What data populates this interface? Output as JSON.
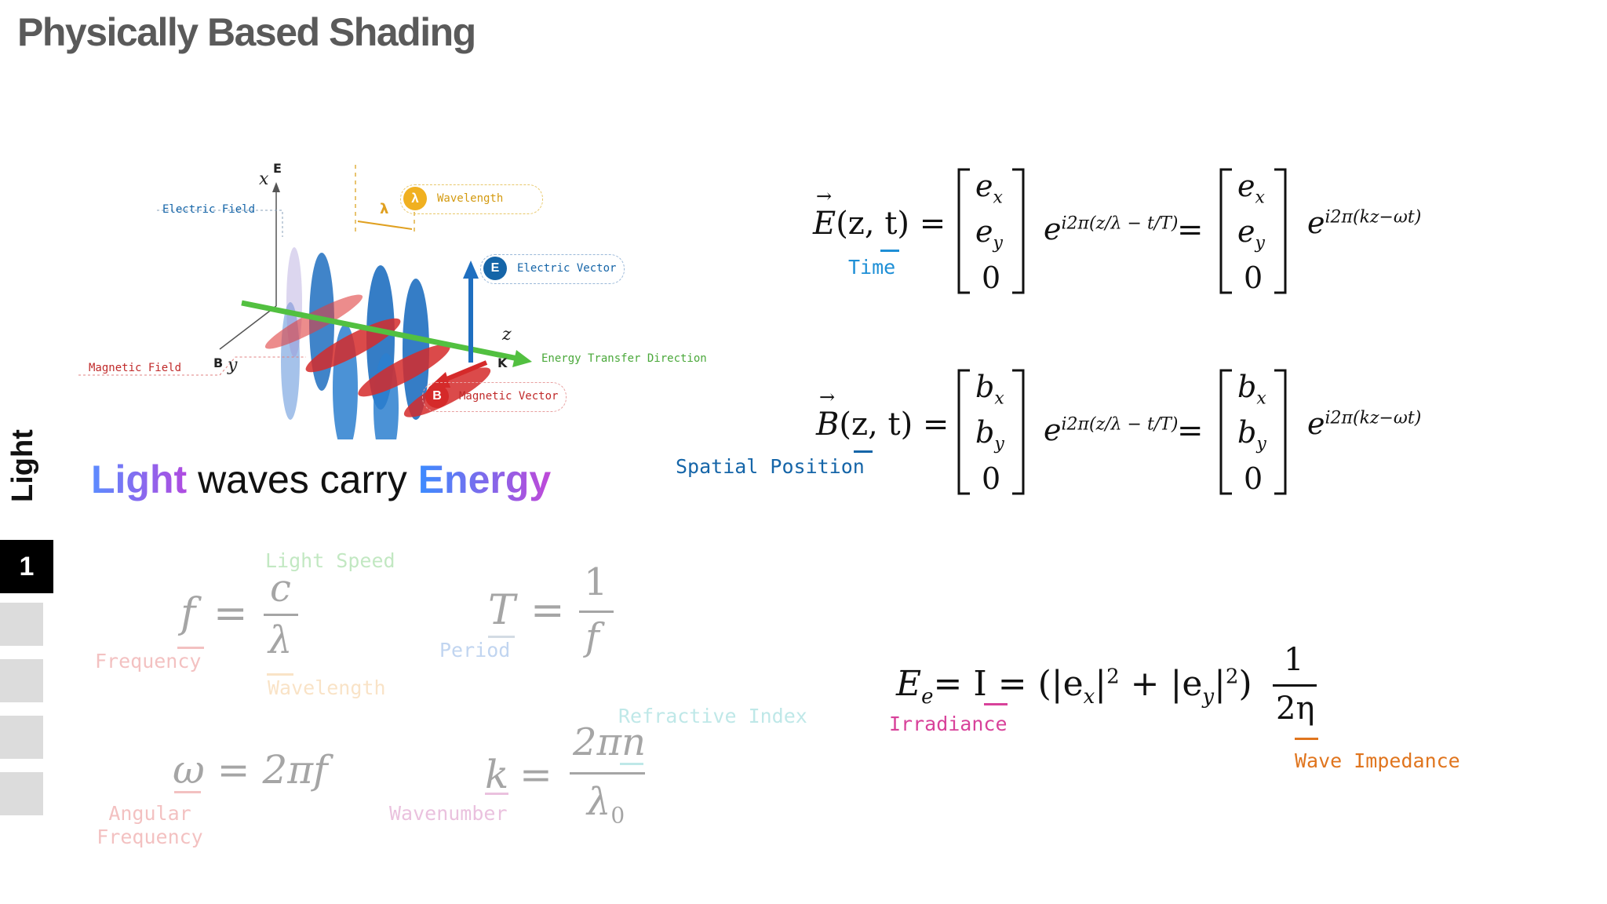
{
  "header": {
    "title": "Physically Based Shading"
  },
  "sidebar": {
    "section_label": "Light",
    "active_page": "1"
  },
  "headline": {
    "word1": "Light",
    "word2": " waves carry ",
    "word3": "Energy"
  },
  "diagram": {
    "axis_x": "x",
    "axis_y": "y",
    "axis_z": "z",
    "vec_e": "E",
    "vec_b": "B",
    "vec_k": "K",
    "lambda": "λ",
    "electric_field": "Electric Field",
    "magnetic_field": "Magnetic Field",
    "wavelength": "Wavelength",
    "electric_vector": "Electric Vector",
    "magnetic_vector": "Magnetic Vector",
    "energy_transfer": "Energy Transfer Direction",
    "badge_lambda": "λ",
    "badge_e": "E",
    "badge_b": "B"
  },
  "equations": {
    "e_field": {
      "lhs_vec": "E",
      "args": "(z, t) =",
      "row1": "e",
      "row1_sub": "x",
      "row2": "e",
      "row2_sub": "y",
      "row3": "0",
      "exp1": "e",
      "exp1_sup": "i2π(z/λ − t/T)",
      "eq2": "=",
      "exp2": "e",
      "exp2_sup": "i2π(kz−ωt)",
      "label": "Time"
    },
    "b_field": {
      "lhs_vec": "B",
      "args": "(z, t) =",
      "row1": "b",
      "row1_sub": "x",
      "row2": "b",
      "row2_sub": "y",
      "row3": "0",
      "exp1": "e",
      "exp1_sup": "i2π(z/λ − t/T)",
      "eq2": "=",
      "exp2": "e",
      "exp2_sup": "i2π(kz−ωt)",
      "label": "Spatial Position"
    },
    "irradiance": {
      "lhs": "E",
      "lhs_sub": "e",
      "mid": "= I = (|e",
      "sub_x": "x",
      "bar1": "|",
      "sup1": "2",
      "plus": " + |e",
      "sub_y": "y",
      "bar2": "|",
      "sup2": "2",
      "close": ")",
      "num": "1",
      "den": "2η",
      "label_irr": "Irradiance",
      "label_imp": "Wave Impedance"
    },
    "freq": {
      "lhs": "f",
      "eq": "=",
      "num": "c",
      "den": "λ",
      "label_f": "Frequency",
      "label_c": "Light Speed",
      "label_w": "Wavelength"
    },
    "period": {
      "lhs": "T",
      "eq": "=",
      "num": "1",
      "den": "f",
      "label": "Period"
    },
    "angular": {
      "text": "ω = 2πf",
      "label": "Angular Frequency"
    },
    "wavenumber": {
      "lhs": "k",
      "eq": "=",
      "num": "2πn",
      "den": "λ",
      "den_sub": "0",
      "label_k": "Wavenumber",
      "label_n": "Refractive Index"
    }
  },
  "colors": {
    "label_blue": "#1e8fd6",
    "label_dark_blue": "#1565a8",
    "label_pink": "#d8429a",
    "label_orange": "#e0751e",
    "label_red": "#e05a5a",
    "label_green": "#5fc15f",
    "label_lightorange": "#f0b56a",
    "label_gray": "#8aa0b8",
    "label_mauve": "#c85ca8",
    "label_teal": "#56c2c2"
  }
}
